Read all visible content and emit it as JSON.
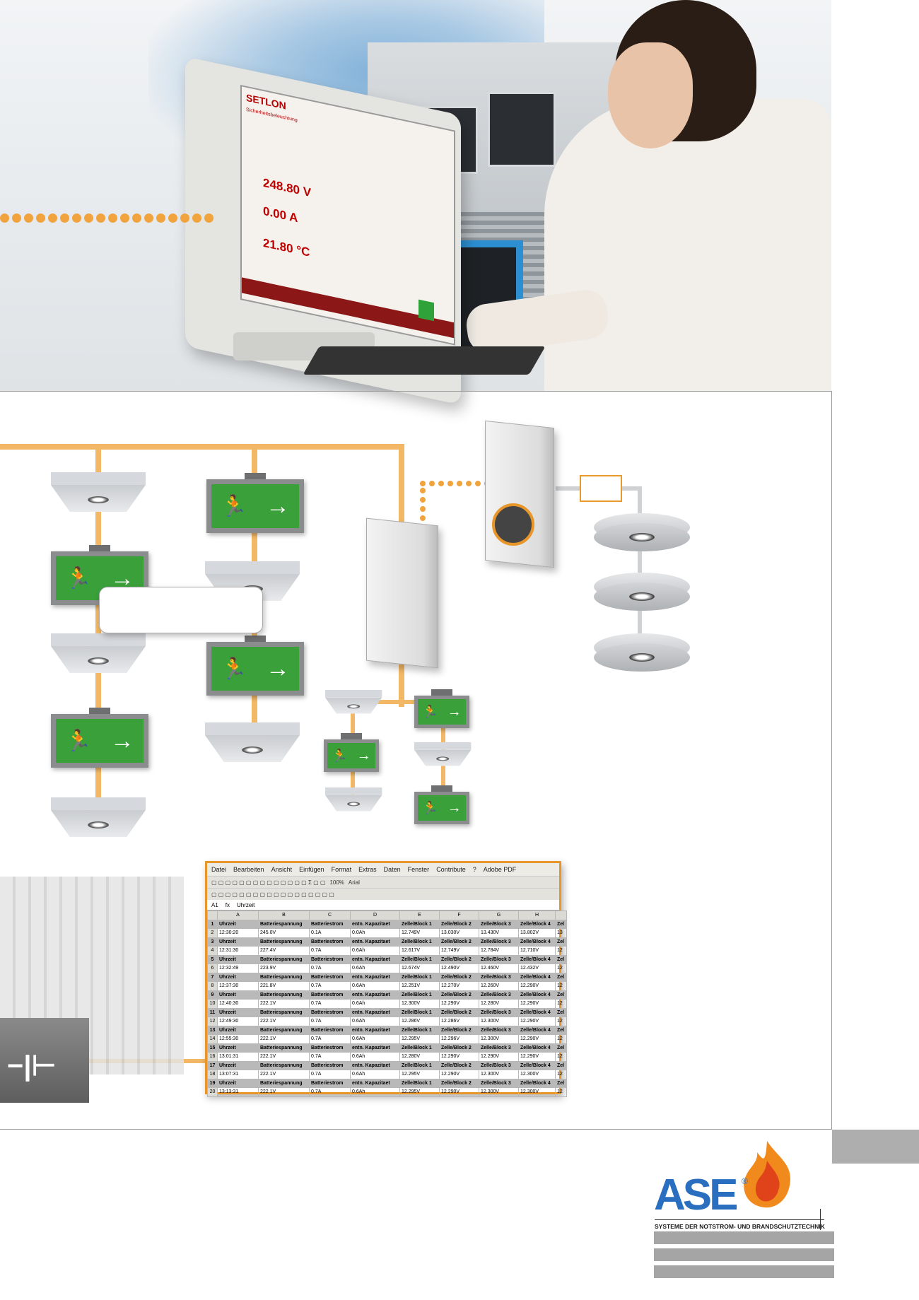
{
  "monitor_screen": {
    "title": "SETLON",
    "subtitle": "Sicherheitsbeleuchtung",
    "value1": "248.80 V",
    "value2": "0.00 A",
    "value3": "21.80 °C"
  },
  "spreadsheet": {
    "menu": [
      "Datei",
      "Bearbeiten",
      "Ansicht",
      "Einfügen",
      "Format",
      "Extras",
      "Daten",
      "Fenster",
      "Contribute",
      "?",
      "Adobe PDF"
    ],
    "toolbar_zoom": "100%",
    "toolbar_font": "Arial",
    "cell_ref": "A1",
    "formula": "Uhrzeit",
    "columns": [
      "",
      "A",
      "B",
      "C",
      "D",
      "E",
      "F",
      "G",
      "H",
      ""
    ],
    "headers": [
      "Uhrzeit",
      "Batteriespannung",
      "Batteriestrom",
      "entn. Kapazitaet",
      "Zelle/Block 1",
      "Zelle/Block 2",
      "Zelle/Block 3",
      "Zelle/Block 4",
      "Zel"
    ],
    "data_rows": [
      [
        "12:30:20",
        "245.0V",
        "0.1A",
        "0.0Ah",
        "12.749V",
        "13.030V",
        "13.430V",
        "13.802V",
        "13"
      ],
      [
        "12:31:30",
        "227.4V",
        "0.7A",
        "0.6Ah",
        "12.617V",
        "12.749V",
        "12.784V",
        "12.710V",
        "12"
      ],
      [
        "12:32:49",
        "223.9V",
        "0.7A",
        "0.6Ah",
        "12.674V",
        "12.490V",
        "12.460V",
        "12.432V",
        "12"
      ],
      [
        "12:37:30",
        "221.8V",
        "0.7A",
        "0.6Ah",
        "12.251V",
        "12.270V",
        "12.260V",
        "12.290V",
        "12"
      ],
      [
        "12:40:30",
        "222.1V",
        "0.7A",
        "0.6Ah",
        "12.300V",
        "12.290V",
        "12.280V",
        "12.290V",
        "12"
      ],
      [
        "12:49:30",
        "222.1V",
        "0.7A",
        "0.6Ah",
        "12.286V",
        "12.286V",
        "12.300V",
        "12.290V",
        "12"
      ],
      [
        "12:55:30",
        "222.1V",
        "0.7A",
        "0.6Ah",
        "12.295V",
        "12.296V",
        "12.300V",
        "12.290V",
        "12"
      ],
      [
        "13:01:31",
        "222.1V",
        "0.7A",
        "0.6Ah",
        "12.280V",
        "12.290V",
        "12.290V",
        "12.290V",
        "12"
      ],
      [
        "13:07:31",
        "222.1V",
        "0.7A",
        "0.6Ah",
        "12.295V",
        "12.290V",
        "12.300V",
        "12.300V",
        "12"
      ],
      [
        "13:13:31",
        "222.1V",
        "0.7A",
        "0.6Ah",
        "12.295V",
        "12.290V",
        "12.300V",
        "12.300V",
        "12"
      ]
    ]
  },
  "logo": {
    "brand": "ASE",
    "registered": "®",
    "tagline": "SYSTEME DER NOTSTROM- UND BRANDSCHUTZTECHNIK"
  },
  "colors": {
    "accent": "#e8962a",
    "exit_green": "#3aa03a",
    "brand_blue": "#2a6ebf"
  }
}
